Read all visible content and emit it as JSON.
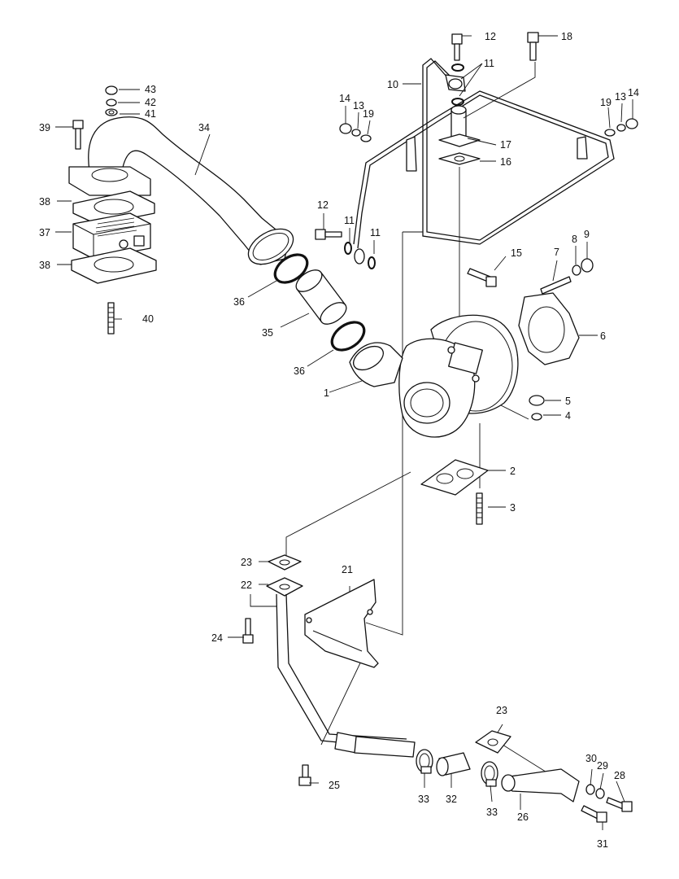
{
  "diagram": {
    "callouts": [
      {
        "id": "c1",
        "text": "1"
      },
      {
        "id": "c2",
        "text": "2"
      },
      {
        "id": "c3",
        "text": "3"
      },
      {
        "id": "c4",
        "text": "4"
      },
      {
        "id": "c5",
        "text": "5"
      },
      {
        "id": "c6",
        "text": "6"
      },
      {
        "id": "c7",
        "text": "7"
      },
      {
        "id": "c8",
        "text": "8"
      },
      {
        "id": "c9",
        "text": "9"
      },
      {
        "id": "c10",
        "text": "10"
      },
      {
        "id": "c11a",
        "text": "11"
      },
      {
        "id": "c11b",
        "text": "11"
      },
      {
        "id": "c11c",
        "text": "11"
      },
      {
        "id": "c12a",
        "text": "12"
      },
      {
        "id": "c12b",
        "text": "12"
      },
      {
        "id": "c13a",
        "text": "13"
      },
      {
        "id": "c13b",
        "text": "13"
      },
      {
        "id": "c14a",
        "text": "14"
      },
      {
        "id": "c14b",
        "text": "14"
      },
      {
        "id": "c15",
        "text": "15"
      },
      {
        "id": "c16",
        "text": "16"
      },
      {
        "id": "c17",
        "text": "17"
      },
      {
        "id": "c18",
        "text": "18"
      },
      {
        "id": "c19a",
        "text": "19"
      },
      {
        "id": "c19b",
        "text": "19"
      },
      {
        "id": "c21",
        "text": "21"
      },
      {
        "id": "c22",
        "text": "22"
      },
      {
        "id": "c23a",
        "text": "23"
      },
      {
        "id": "c23b",
        "text": "23"
      },
      {
        "id": "c24",
        "text": "24"
      },
      {
        "id": "c25",
        "text": "25"
      },
      {
        "id": "c26",
        "text": "26"
      },
      {
        "id": "c28",
        "text": "28"
      },
      {
        "id": "c29",
        "text": "29"
      },
      {
        "id": "c30",
        "text": "30"
      },
      {
        "id": "c31",
        "text": "31"
      },
      {
        "id": "c32",
        "text": "32"
      },
      {
        "id": "c33a",
        "text": "33"
      },
      {
        "id": "c33b",
        "text": "33"
      },
      {
        "id": "c34",
        "text": "34"
      },
      {
        "id": "c35",
        "text": "35"
      },
      {
        "id": "c36a",
        "text": "36"
      },
      {
        "id": "c36b",
        "text": "36"
      },
      {
        "id": "c37",
        "text": "37"
      },
      {
        "id": "c38a",
        "text": "38"
      },
      {
        "id": "c38b",
        "text": "38"
      },
      {
        "id": "c39",
        "text": "39"
      },
      {
        "id": "c40",
        "text": "40"
      },
      {
        "id": "c41",
        "text": "41"
      },
      {
        "id": "c42",
        "text": "42"
      },
      {
        "id": "c43",
        "text": "43"
      }
    ]
  }
}
